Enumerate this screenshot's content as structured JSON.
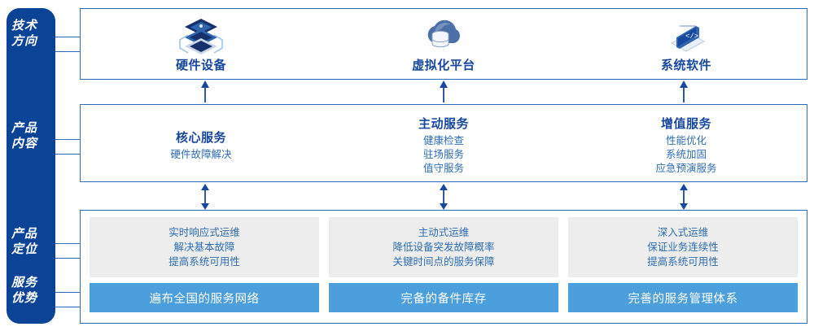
{
  "sidebar": {
    "items": [
      {
        "name": "tech-direction",
        "line1": "技术",
        "line2": "方向"
      },
      {
        "name": "product-content",
        "line1": "产品",
        "line2": "内容"
      },
      {
        "name": "product-positioning",
        "line1": "产品",
        "line2": "定位"
      },
      {
        "name": "service-advantage",
        "line1": "服务",
        "line2": "优势"
      }
    ]
  },
  "colors": {
    "rail_blue": "#0B4396",
    "border_blue": "#2E6DB4",
    "title_blue": "#17479E",
    "text_blue": "#2E6DB4",
    "bar_blue": "#4A9FDC",
    "card_gray": "#EDEDED"
  },
  "tech_section": {
    "columns": [
      {
        "icon": "server-stack-icon",
        "label": "硬件设备"
      },
      {
        "icon": "cloud-database-icon",
        "label": "虚拟化平台"
      },
      {
        "icon": "monitor-code-icon",
        "label": "系统软件"
      }
    ]
  },
  "content_section": {
    "columns": [
      {
        "title": "核心服务",
        "items": [
          "硬件故障解决"
        ]
      },
      {
        "title": "主动服务",
        "items": [
          "健康检查",
          "驻场服务",
          "值守服务"
        ]
      },
      {
        "title": "增值服务",
        "items": [
          "性能优化",
          "系统加固",
          "应急预演服务"
        ]
      }
    ]
  },
  "bottom_section": {
    "columns": [
      {
        "positioning": [
          "实时响应式运维",
          "解决基本故障",
          "提高系统可用性"
        ],
        "advantage": "遍布全国的服务网络"
      },
      {
        "positioning": [
          "主动式运维",
          "降低设备突发故障概率",
          "关键时间点的服务保障"
        ],
        "advantage": "完备的备件库存"
      },
      {
        "positioning": [
          "深入式运维",
          "保证业务连续性",
          "提高系统可用性"
        ],
        "advantage": "完善的服务管理体系"
      }
    ]
  },
  "arrows": {
    "top_to_middle": "up-arrow",
    "middle_to_bottom": "double-arrow"
  }
}
